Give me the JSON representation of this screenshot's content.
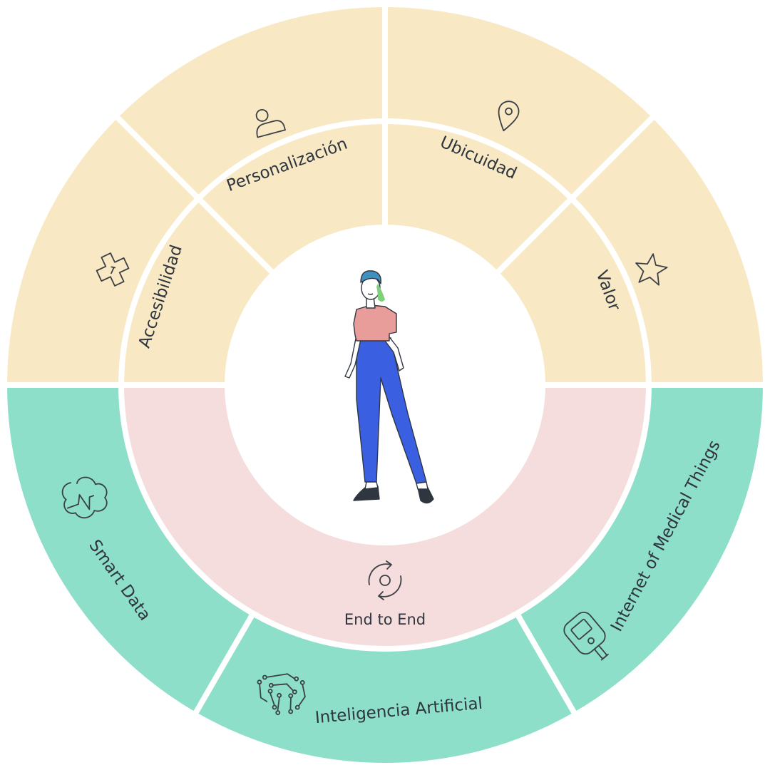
{
  "colors": {
    "top_segments": "#f8e9c4",
    "bottom_segments": "#8ddfca",
    "inner_ring": "#f5dcdd",
    "center": "#ffffff",
    "gap": "#ffffff",
    "text": "#2f3640",
    "figure_shirt": "#e89d9a",
    "figure_pants": "#3a5fe0",
    "figure_hair": "#3f8fbf",
    "figure_hair_tip": "#7fd07a"
  },
  "segments_top": [
    {
      "label": "Accesibilidad",
      "icon": "medical-cross-icon"
    },
    {
      "label": "Personalización",
      "icon": "user-icon"
    },
    {
      "label": "Ubicuidad",
      "icon": "location-pin-icon"
    },
    {
      "label": "Valor",
      "icon": "star-icon"
    }
  ],
  "segments_bottom": [
    {
      "label": "Smart Data",
      "icon": "brain-pulse-icon"
    },
    {
      "label": "Inteligencia Artificial",
      "icon": "circuit-icon"
    },
    {
      "label": "Internet of Medical Things",
      "icon": "glucose-meter-icon"
    }
  ],
  "inner_ring": {
    "label": "End to End",
    "icon": "cycle-icon"
  },
  "center": {
    "figure": "standing-person-illustration"
  }
}
